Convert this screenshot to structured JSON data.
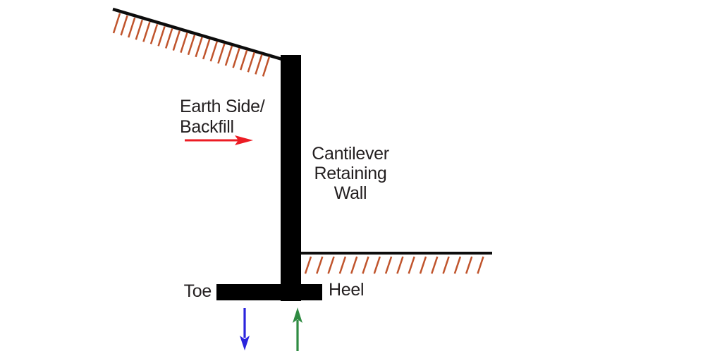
{
  "diagram": {
    "earth_label": {
      "line1": "Earth Side/",
      "line2": "Backfill"
    },
    "wall_label": {
      "line1": "Cantilever",
      "line2": "Retaining",
      "line3": "Wall"
    },
    "toe_label": "Toe",
    "heel_label": "Heel",
    "colors": {
      "structure": "#000000",
      "ground_line": "#0d0d0d",
      "hatch": "#c0542c",
      "earth_pressure_arrow": "#ec1c24",
      "downward_arrow": "#2b24dd",
      "upward_arrow": "#2f8b42",
      "label_text": "#231f20",
      "background": "#ffffff"
    }
  }
}
